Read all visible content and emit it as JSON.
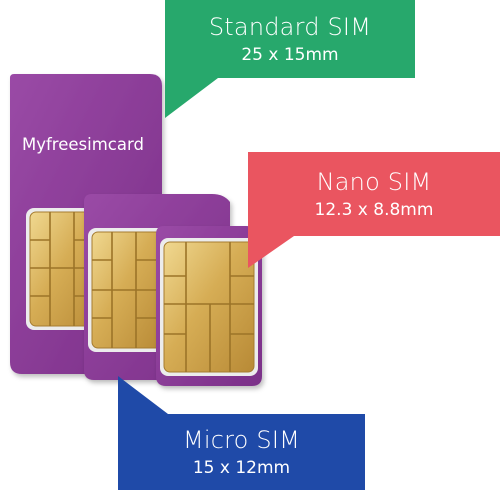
{
  "brand": {
    "card_text": "Myfreesimcard"
  },
  "labels": {
    "standard": {
      "title": "Standard SIM",
      "size": "25 x 15mm"
    },
    "nano": {
      "title": "Nano SIM",
      "size": "12.3 x 8.8mm"
    },
    "micro": {
      "title": "Micro SIM",
      "size": "15 x 12mm"
    }
  },
  "colors": {
    "card_purple": "#8c3d98",
    "card_purple_dark": "#6f2b7c",
    "chip_gold": "#d7b25b",
    "standard_green": "#27a86c",
    "nano_red": "#ea5560",
    "micro_blue": "#1f4aa8"
  }
}
